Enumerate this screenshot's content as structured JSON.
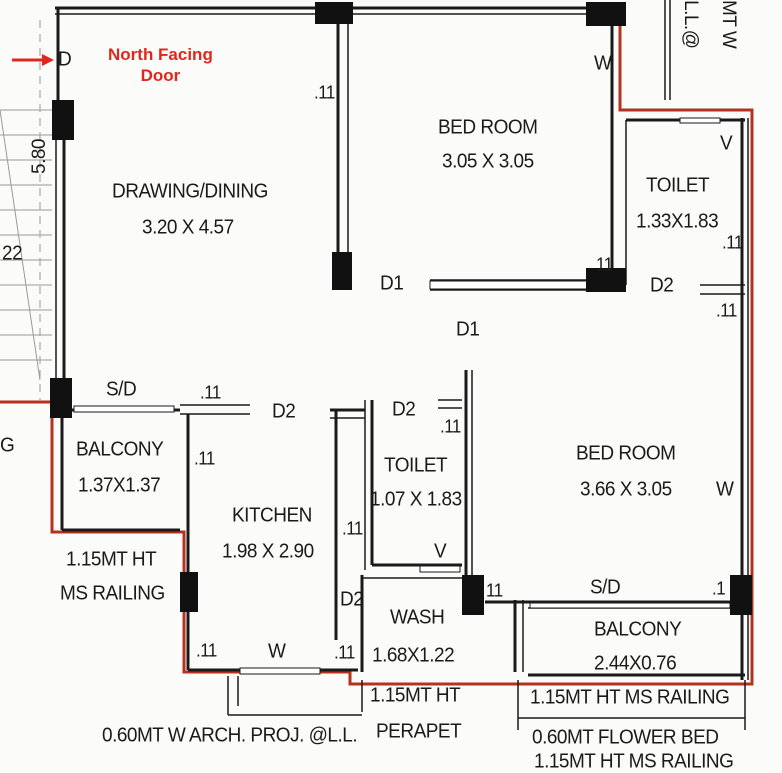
{
  "annotation": {
    "line1": "North Facing",
    "line2": "Door",
    "color": "#e2261e"
  },
  "colors": {
    "wall": "#1a1a1a",
    "outline": "#b5321e",
    "paper": "#fbfbf9"
  },
  "rooms": {
    "drawing_dining": {
      "name": "DRAWING/DINING",
      "size": "3.20 X 4.57"
    },
    "bedroom1": {
      "name": "BED ROOM",
      "size": "3.05 X 3.05"
    },
    "toilet1": {
      "name": "TOILET",
      "size": "1.33X1.83"
    },
    "bedroom2": {
      "name": "BED ROOM",
      "size": "3.66 X 3.05"
    },
    "toilet2": {
      "name": "TOILET",
      "size": "1.07 X 1.83"
    },
    "kitchen": {
      "name": "KITCHEN",
      "size": "1.98 X 2.90"
    },
    "balcony1": {
      "name": "BALCONY",
      "size": "1.37X1.37"
    },
    "wash": {
      "name": "WASH",
      "size": "1.68X1.22"
    },
    "balcony2": {
      "name": "BALCONY",
      "size": "2.44X0.76"
    }
  },
  "doors": {
    "d": "D",
    "d1": "D1",
    "d2": "D2",
    "sd": "S/D",
    "w": "W",
    "v": "V"
  },
  "marks": {
    "m11": ".11",
    "m11b": "11",
    "m11c": ".1",
    "m1": "1"
  },
  "dims": {
    "left_580": "5.80",
    "left_22": "22",
    "left_g": "G",
    "top_right": "MT W",
    "top_right2": "L.L.@"
  },
  "notes": {
    "ms_railing_a": "1.15MT HT",
    "ms_railing_b": "MS RAILING",
    "perapet_a": "1.15MT HT",
    "perapet_b": "PERAPET",
    "arch": "0.60MT W ARCH. PROJ. @L.L.",
    "railing2": "1.15MT HT MS RAILING",
    "flower": "0.60MT FLOWER BED",
    "railing3": "1.15MT HT MS RAILING"
  }
}
